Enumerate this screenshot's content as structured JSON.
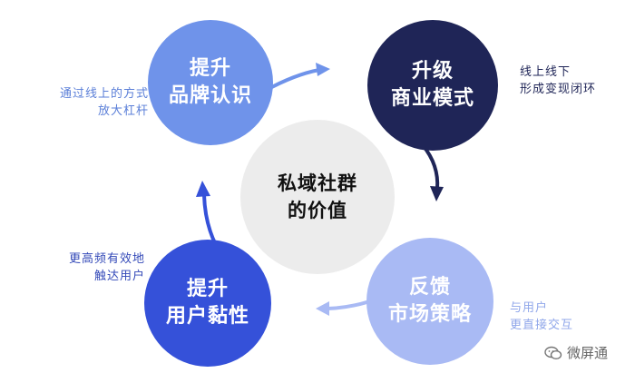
{
  "center": {
    "line1": "私域社群",
    "line2": "的价值"
  },
  "nodes": {
    "brand": {
      "line1": "提升",
      "line2": "品牌认识",
      "color": "#6f93ea"
    },
    "business": {
      "line1": "升级",
      "line2": "商业模式",
      "color": "#1f2557"
    },
    "sticky": {
      "line1": "提升",
      "line2": "用户黏性",
      "color": "#3551d9"
    },
    "feedback": {
      "line1": "反馈",
      "line2": "市场策略",
      "color": "#a9baf4"
    }
  },
  "notes": {
    "brand": {
      "line1": "通过线上的方式",
      "line2": "放大杠杆"
    },
    "business": {
      "line1": "线上线下",
      "line2": "形成变现闭环"
    },
    "sticky": {
      "line1": "更高频有效地",
      "line2": "触达用户"
    },
    "feedback": {
      "line1": "与用户",
      "line2": "更直接交互"
    }
  },
  "watermark": {
    "text": "微屏通"
  }
}
